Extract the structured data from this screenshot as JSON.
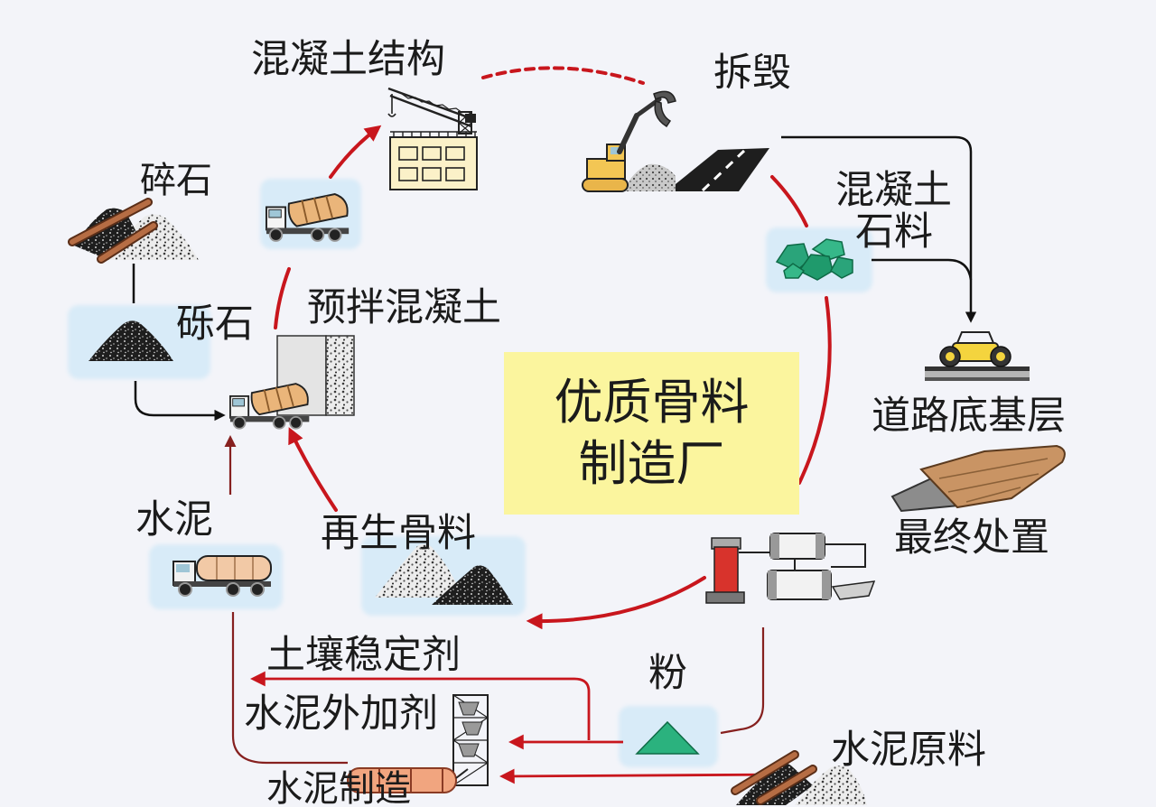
{
  "labels": {
    "concrete_structure": "混凝土结构",
    "demolition": "拆毁",
    "crushed_stone": "碎石",
    "concrete_stone_line1": "混凝土",
    "concrete_stone_line2": "石料",
    "gravel": "砾石",
    "ready_mix": "预拌混凝土",
    "plant_line1": "优质骨料",
    "plant_line2": "制造厂",
    "road_subbase": "道路底基层",
    "cement": "水泥",
    "recycled_aggregate": "再生骨料",
    "final_disposal": "最终处置",
    "soil_stabilizer": "土壤稳定剂",
    "powder": "粉",
    "cement_admixture": "水泥外加剂",
    "cement_raw_material": "水泥原料",
    "cement_manufacturing": "水泥制造"
  },
  "colors": {
    "background": "#f3f4f9",
    "cycle_arrow": "#c8161d",
    "secondary_arrow": "#86201f",
    "flow_arrow": "#111111",
    "highlight": "#d8ebf8",
    "plant_box": "#fbf59e",
    "text": "#1b1b1b"
  }
}
